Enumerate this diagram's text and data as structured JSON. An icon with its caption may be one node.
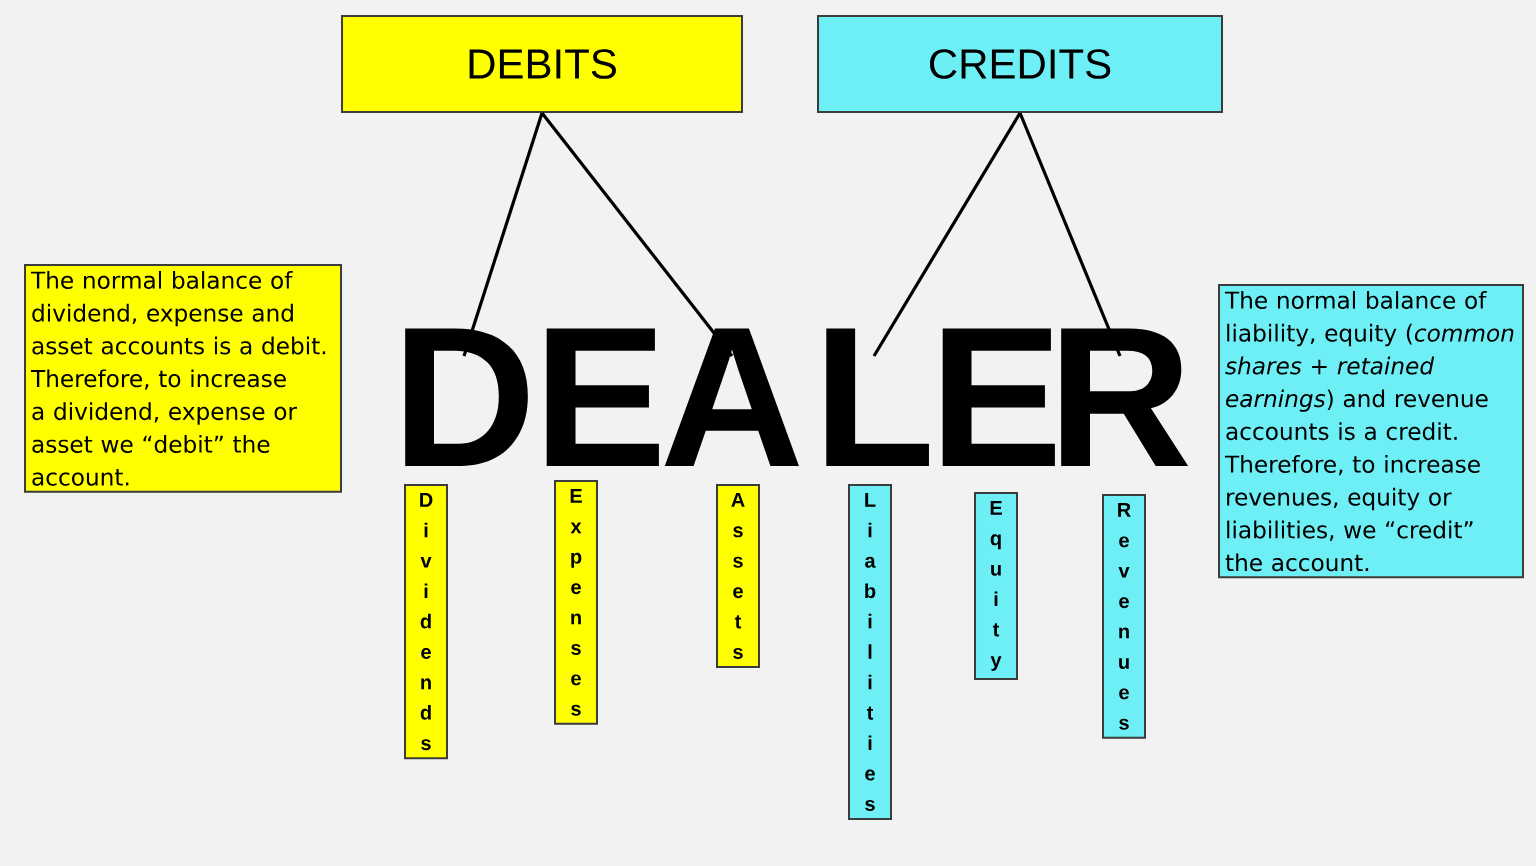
{
  "diagram": {
    "nodes": [
      {
        "text": [
          "DEBITS"
        ]
      },
      {
        "text": [
          "CREDITS"
        ]
      },
      {
        "text": [
          "The normal balance of dividend, expense and asset accounts is a debit. Therefore, to increase a dividend, expense or asset we “debit” the account."
        ]
      },
      {
        "text": [
          "D"
        ]
      },
      {
        "text": [
          "E"
        ]
      },
      {
        "text": [
          "A"
        ]
      },
      {
        "text": [
          "L"
        ]
      },
      {
        "text": [
          "E"
        ]
      },
      {
        "text": [
          "R"
        ]
      },
      {
        "text": [
          "The normal balance of liability, equity (*common shares* + *retained earnings*) and revenue accounts is a credit. Therefore, to increase revenues, equity or liabilities, we “credit” the account."
        ]
      },
      {
        "text": [
          "Dividends"
        ]
      },
      {
        "text": [
          "Expenses"
        ]
      },
      {
        "text": [
          "Assets"
        ]
      },
      {
        "text": [
          "Liabilities"
        ]
      },
      {
        "text": [
          "Equity"
        ]
      },
      {
        "text": [
          "Revenues"
        ]
      }
    ],
    "edges": [
      {
        "from": 0,
        "to": 3,
        "arrow": "none"
      },
      {
        "from": 0,
        "to": 5,
        "arrow": "none"
      },
      {
        "from": 1,
        "to": 6,
        "arrow": "none"
      },
      {
        "from": 1,
        "to": 8,
        "arrow": "none"
      }
    ]
  }
}
